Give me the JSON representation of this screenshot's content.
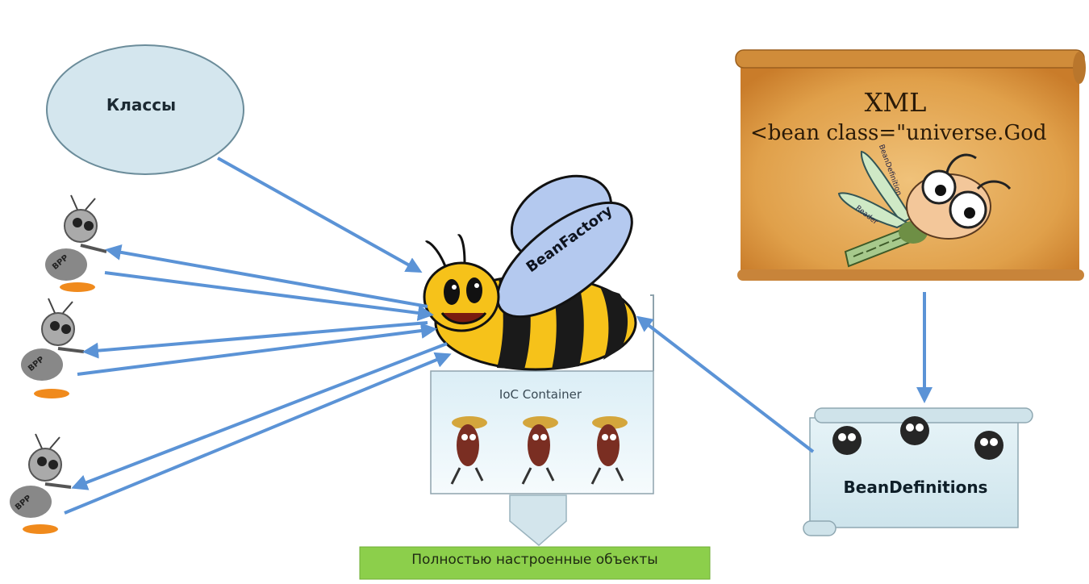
{
  "nodes": {
    "classes": "Классы",
    "bean_factory": "BeanFactory",
    "ioc_container": "IoC Container",
    "result": "Полностью настроенные объекты",
    "bean_definitions": "BeanDefinitions",
    "xml_title": "XML",
    "xml_code": "<bean class=\"universe.God",
    "reader_wing_top": "BeanDefinition",
    "reader_wing_bottom": "Reader",
    "bpp": [
      "BPP",
      "BPP",
      "BPP"
    ]
  },
  "colors": {
    "arrow": "#5b93d6",
    "ellipse_fill": "#d4e6ee",
    "ellipse_stroke": "#6b8c9a",
    "result_fill": "#8ccf4b",
    "scroll_fill": "#ddeef3",
    "parchment": "#e1a24c",
    "bee_yellow": "#f6c21a",
    "bee_wing": "#b4c9ef"
  }
}
